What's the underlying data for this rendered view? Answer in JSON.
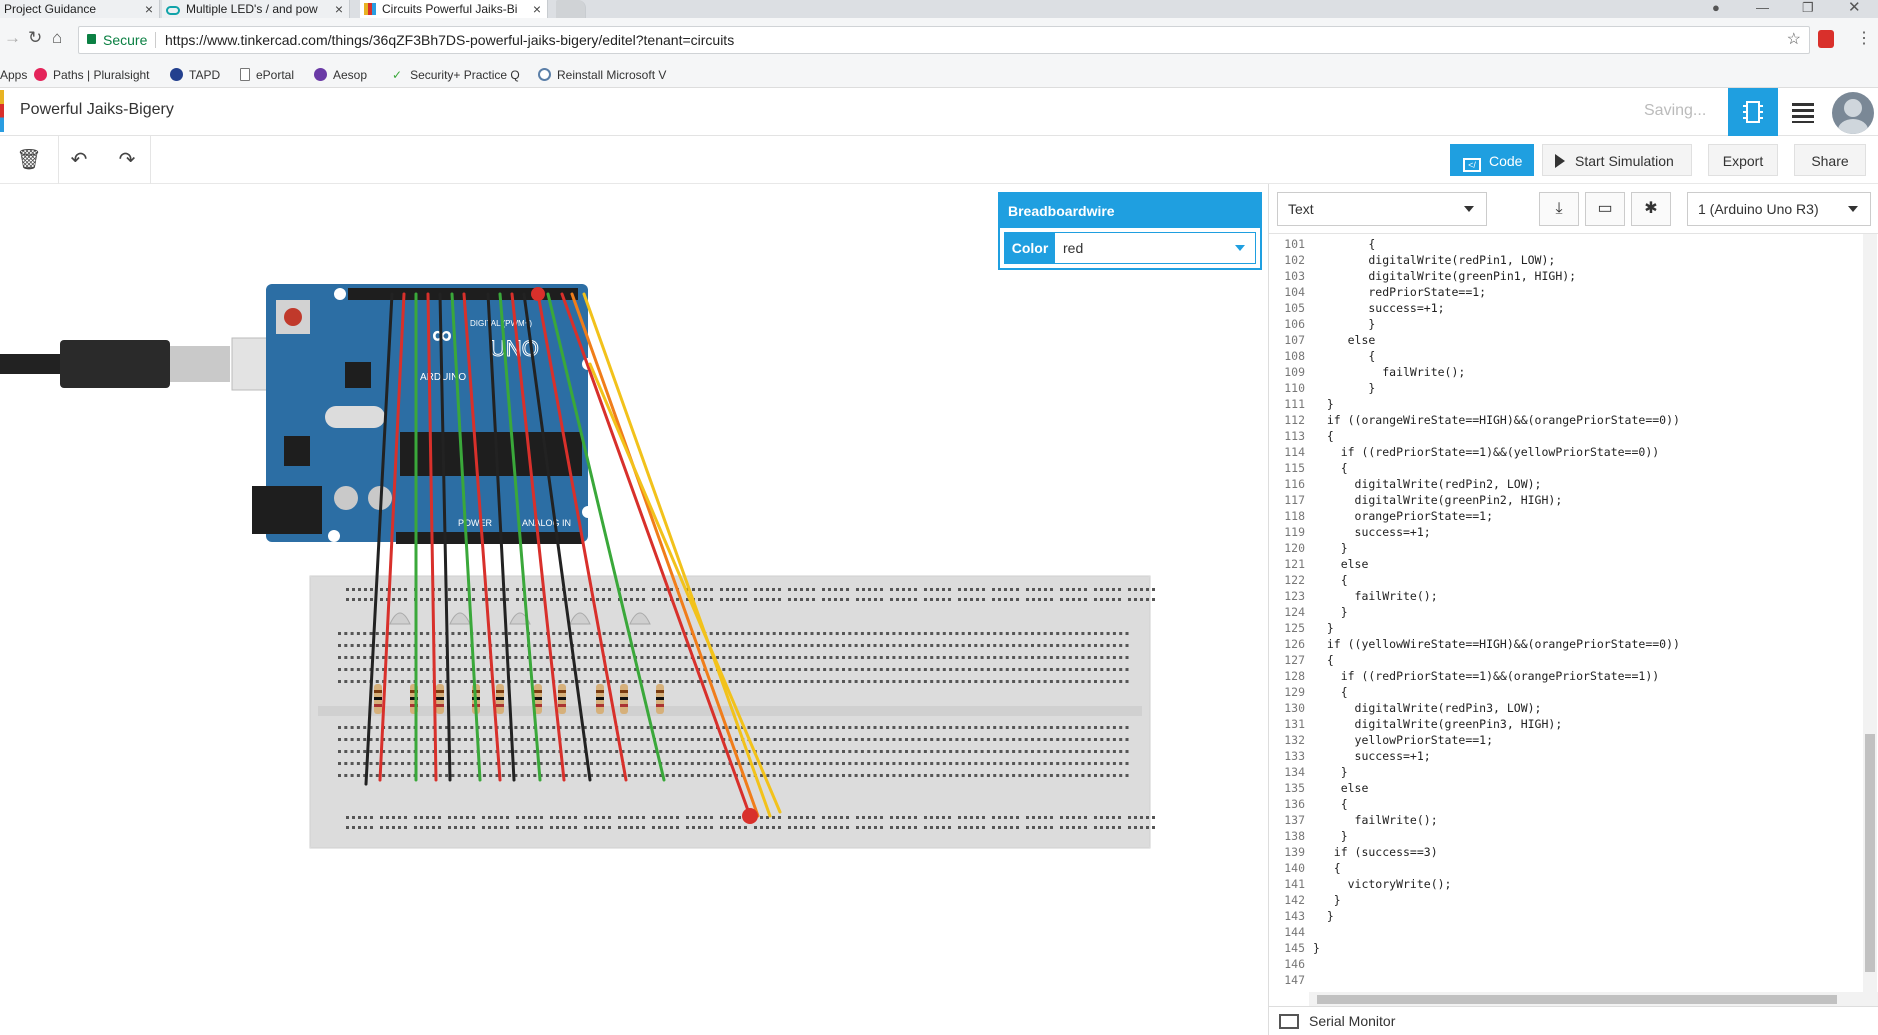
{
  "browser": {
    "tabs": [
      {
        "title": "Project Guidance"
      },
      {
        "title": "Multiple LED's / and pow"
      },
      {
        "title": "Circuits Powerful Jaiks-Bi"
      }
    ],
    "secure_label": "Secure",
    "url": "https://www.tinkercad.com/things/36qZF3Bh7DS-powerful-jaiks-bigery/editel?tenant=circuits",
    "bookmarks": [
      "Apps",
      "Paths | Pluralsight",
      "TAPD",
      "ePortal",
      "Aesop",
      "Security+ Practice Q",
      "Reinstall Microsoft V"
    ]
  },
  "header": {
    "title": "Powerful Jaiks-Bigery",
    "status": "Saving..."
  },
  "toolbar": {
    "code_label": "Code",
    "start_sim_label": "Start Simulation",
    "export_label": "Export",
    "share_label": "Share"
  },
  "inspector": {
    "title": "Breadboardwire",
    "color_label": "Color",
    "color_value": "red"
  },
  "code_panel": {
    "mode": "Text",
    "device": "1 (Arduino Uno R3)",
    "serial_monitor": "Serial Monitor",
    "lines": [
      {
        "n": "101",
        "t": "        {"
      },
      {
        "n": "102",
        "t": "        digitalWrite(redPin1, LOW);"
      },
      {
        "n": "103",
        "t": "        digitalWrite(greenPin1, HIGH);"
      },
      {
        "n": "104",
        "t": "        redPriorState==1;"
      },
      {
        "n": "105",
        "t": "        success=+1;"
      },
      {
        "n": "106",
        "t": "        }"
      },
      {
        "n": "107",
        "t": "     else"
      },
      {
        "n": "108",
        "t": "        {"
      },
      {
        "n": "109",
        "t": "          failWrite();"
      },
      {
        "n": "110",
        "t": "        }"
      },
      {
        "n": "111",
        "t": "  }"
      },
      {
        "n": "112",
        "t": "  if ((orangeWireState==HIGH)&&(orangePriorState==0))"
      },
      {
        "n": "113",
        "t": "  {"
      },
      {
        "n": "114",
        "t": "    if ((redPriorState==1)&&(yellowPriorState==0))"
      },
      {
        "n": "115",
        "t": "    {"
      },
      {
        "n": "116",
        "t": "      digitalWrite(redPin2, LOW);"
      },
      {
        "n": "117",
        "t": "      digitalWrite(greenPin2, HIGH);"
      },
      {
        "n": "118",
        "t": "      orangePriorState==1;"
      },
      {
        "n": "119",
        "t": "      success=+1;"
      },
      {
        "n": "120",
        "t": "    }"
      },
      {
        "n": "121",
        "t": "    else"
      },
      {
        "n": "122",
        "t": "    {"
      },
      {
        "n": "123",
        "t": "      failWrite();"
      },
      {
        "n": "124",
        "t": "    }"
      },
      {
        "n": "125",
        "t": "  }"
      },
      {
        "n": "126",
        "t": "  if ((yellowWireState==HIGH)&&(orangePriorState==0))"
      },
      {
        "n": "127",
        "t": "  {"
      },
      {
        "n": "128",
        "t": "    if ((redPriorState==1)&&(orangePriorState==1))"
      },
      {
        "n": "129",
        "t": "    {"
      },
      {
        "n": "130",
        "t": "      digitalWrite(redPin3, LOW);"
      },
      {
        "n": "131",
        "t": "      digitalWrite(greenPin3, HIGH);"
      },
      {
        "n": "132",
        "t": "      yellowPriorState==1;"
      },
      {
        "n": "133",
        "t": "      success=+1;"
      },
      {
        "n": "134",
        "t": "    }"
      },
      {
        "n": "135",
        "t": "    else"
      },
      {
        "n": "136",
        "t": "    {"
      },
      {
        "n": "137",
        "t": "      failWrite();"
      },
      {
        "n": "138",
        "t": "    }"
      },
      {
        "n": "139",
        "t": "   if (success==3)"
      },
      {
        "n": "140",
        "t": "   {"
      },
      {
        "n": "141",
        "t": "     victoryWrite();"
      },
      {
        "n": "142",
        "t": "   }"
      },
      {
        "n": "143",
        "t": "  }"
      },
      {
        "n": "144",
        "t": ""
      },
      {
        "n": "145",
        "t": "}"
      },
      {
        "n": "146",
        "t": ""
      },
      {
        "n": "147",
        "t": ""
      }
    ]
  },
  "board": {
    "label_digital": "DIGITAL (PWM~)",
    "label_uno": "UNO",
    "label_arduino": "ARDUINO",
    "label_power": "POWER",
    "label_analog": "ANALOG IN"
  },
  "colors": {
    "accent": "#1f9fe0",
    "board": "#2c6ea4",
    "wire_red": "#d8302b",
    "wire_green": "#3aa83a",
    "wire_black": "#222222",
    "wire_orange": "#f07d1a",
    "wire_yellow": "#f2c21b"
  }
}
